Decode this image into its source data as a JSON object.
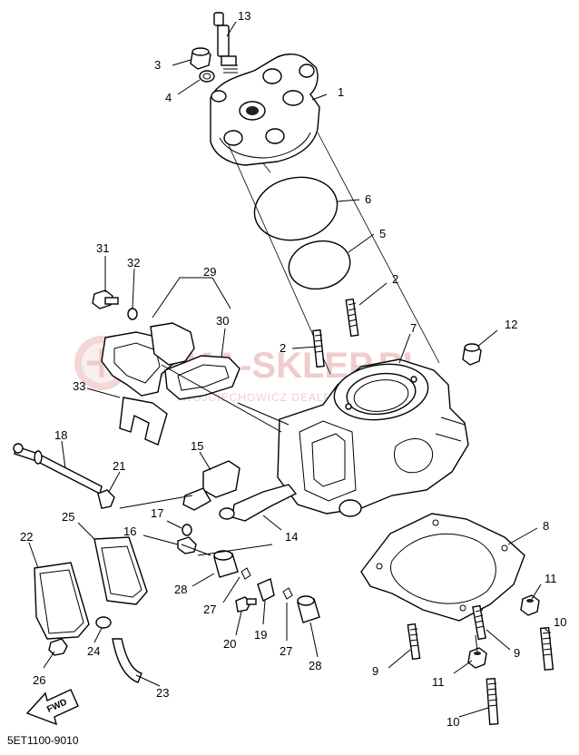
{
  "diagram": {
    "catalog_code": "5ET1100-9010",
    "fwd_label": "FWD",
    "watermark": {
      "main": "YAMA-SKLEP.PL",
      "sub": "WOJCIECHOWICZ DEALER YAMAHA"
    },
    "callouts": {
      "c1": "1",
      "c2a": "2",
      "c2b": "2",
      "c3": "3",
      "c4": "4",
      "c5": "5",
      "c6": "6",
      "c7": "7",
      "c8": "8",
      "c9a": "9",
      "c9b": "9",
      "c10a": "10",
      "c10b": "10",
      "c11a": "11",
      "c11b": "11",
      "c12": "12",
      "c13": "13",
      "c14": "14",
      "c15": "15",
      "c16": "16",
      "c17": "17",
      "c18": "18",
      "c19": "19",
      "c20": "20",
      "c21": "21",
      "c22": "22",
      "c23": "23",
      "c24": "24",
      "c25": "25",
      "c26": "26",
      "c27a": "27",
      "c27b": "27",
      "c28a": "28",
      "c28b": "28",
      "c29": "29",
      "c30": "30",
      "c31": "31",
      "c32": "32",
      "c33": "33"
    }
  }
}
